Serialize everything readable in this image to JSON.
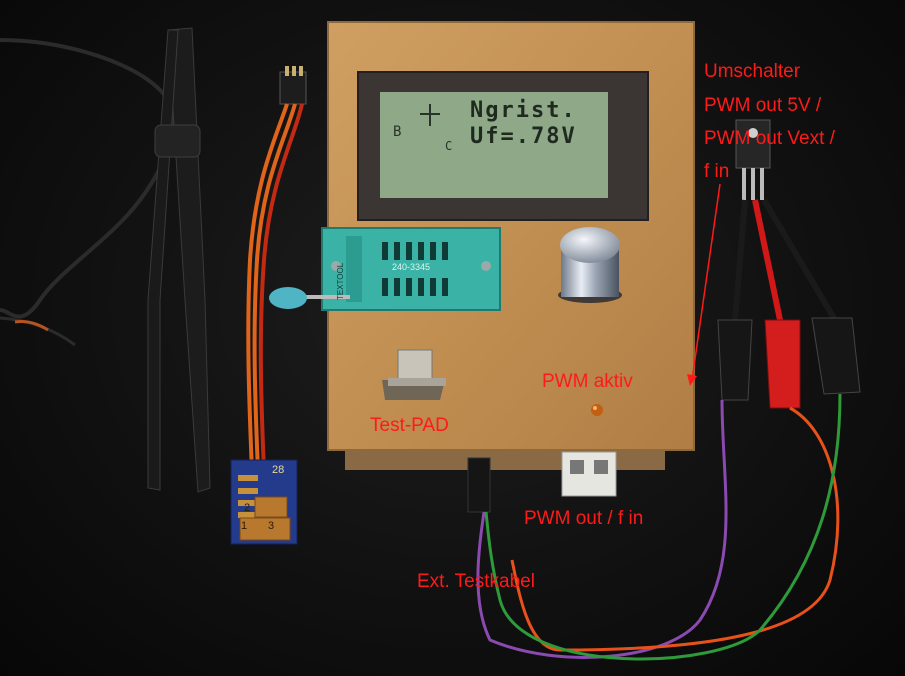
{
  "labels": {
    "switch_line1": "Umschalter",
    "switch_line2": "PWM out 5V /",
    "switch_line3": "PWM out Vext /",
    "switch_line4": "f in",
    "pwm_active": "PWM aktiv",
    "test_pad": "Test-PAD",
    "pwm_out": "PWM out / f in",
    "ext_cable": "Ext. Testkabel"
  },
  "lcd": {
    "line1": "Ngrist.",
    "line2": "Uf=.78V"
  },
  "socket_text": {
    "brand": "TEXTOOL",
    "part": "240-3345"
  },
  "adapter_number": "28",
  "adapter_pins": [
    "1",
    "2",
    "3"
  ],
  "colors": {
    "label": "#ff1a1a",
    "case": "#c9985a",
    "lcd": "#8fa888",
    "socket": "#3ab3a6",
    "led": "#c06010"
  }
}
